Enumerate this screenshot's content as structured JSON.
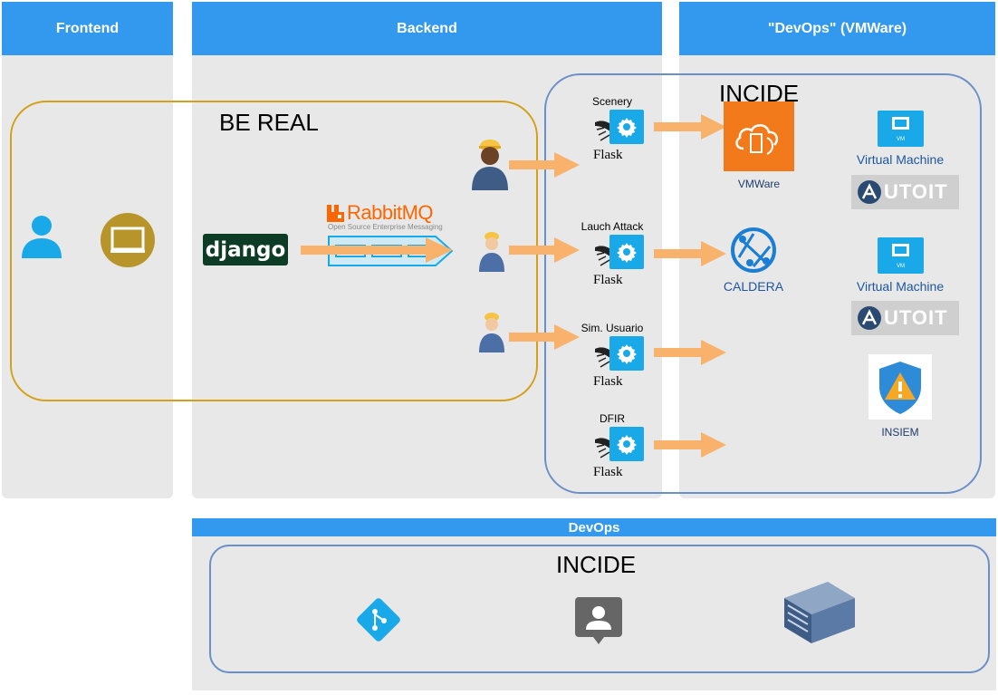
{
  "columns": {
    "frontend": "Frontend",
    "backend": "Backend",
    "devops_vmware": "\"DevOps\" (VMWare)"
  },
  "groups": {
    "be_real": "BE REAL",
    "incide_top": "INCIDE",
    "incide_bottom": "INCIDE"
  },
  "devops_band": "DevOps",
  "logos": {
    "django": "django",
    "rabbitmq": "RabbitMQ",
    "rabbitmq_tagline": "Open Source Enterprise Messaging",
    "autoit": "UTOIT"
  },
  "services": [
    {
      "name": "Scenery",
      "framework": "Flask"
    },
    {
      "name": "Lauch Attack",
      "framework": "Flask"
    },
    {
      "name": "Sim. Usuario",
      "framework": "Flask"
    },
    {
      "name": "DFIR",
      "framework": "Flask"
    }
  ],
  "targets": {
    "vmware": "VMWare",
    "caldera": "CALDERA",
    "insiem": "INSIEM",
    "vm1": "Virtual Machine",
    "vm2": "Virtual Machine",
    "vm_badge": "VM"
  },
  "colors": {
    "header_blue": "#3399ee",
    "column_gray": "#e8e8e8",
    "be_real_outline": "#d4a017",
    "incide_outline": "#6b8fc7",
    "arrow_orange": "#f9b26b",
    "aws_orange": "#f27a1a"
  }
}
